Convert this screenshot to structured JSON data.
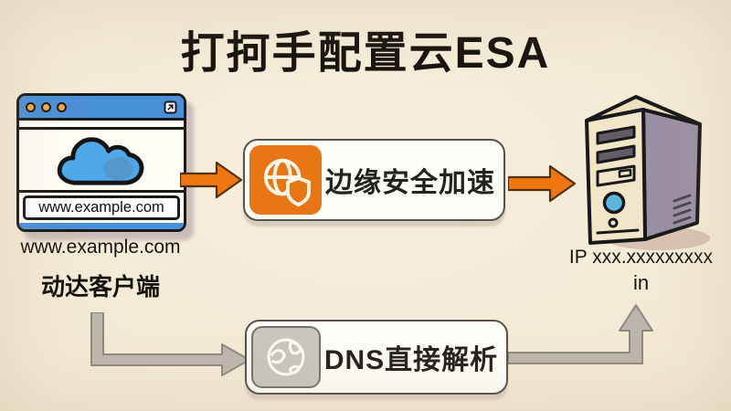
{
  "title": "打抲手配置云ESA",
  "client": {
    "address_bar_url": "www.example.com",
    "url_caption": "www.example.com",
    "device_caption": "动达客户端"
  },
  "esa": {
    "label": "边缘安全加速"
  },
  "dns": {
    "label": "DNS直接解析"
  },
  "server": {
    "ip": "IP xxx.xxxxxxxxx",
    "note": "in"
  },
  "colors": {
    "background_parchment": "#f2e9d3",
    "accent_orange": "#e87513",
    "arrow_orange": "#f0770f",
    "arrow_gray": "#bcb7ae",
    "browser_titlebar_blue": "#4a90d8",
    "cloud_blue": "#4fa9e9",
    "server_front": "#f2e6c8",
    "server_side": "#9b90a4",
    "dns_icon_gray": "#c9c6bf"
  }
}
